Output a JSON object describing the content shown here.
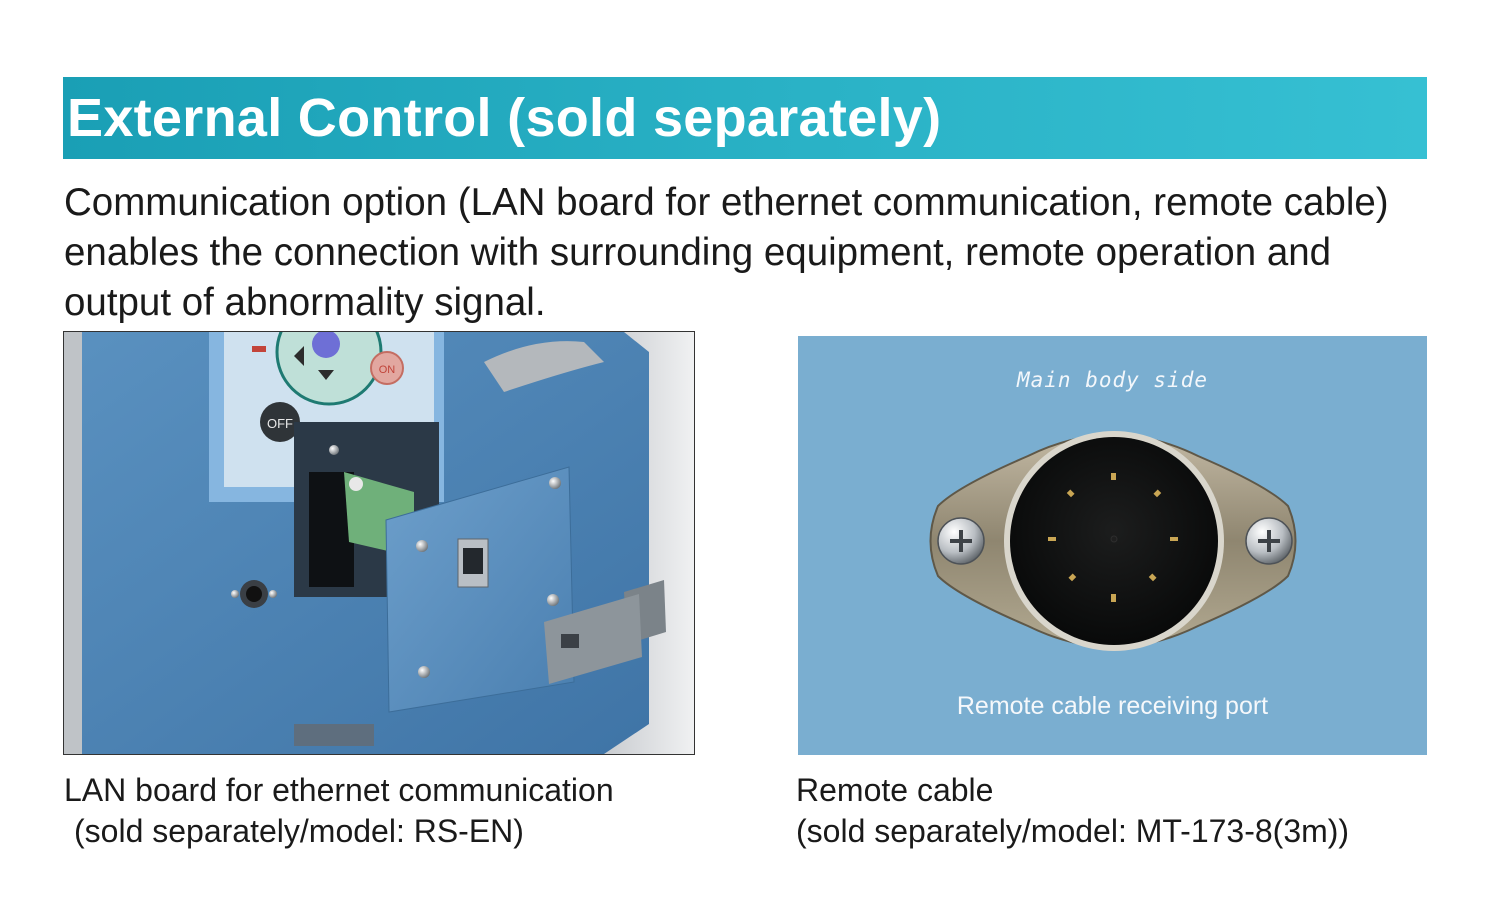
{
  "header": {
    "title": "External Control (sold separately)"
  },
  "intro": {
    "text": "Communication option (LAN board for ethernet communication, remote cable) enables the connection with surrounding equipment, remote operation and output of abnormality signal."
  },
  "lan_board": {
    "panel_text": "OFF",
    "panel_text_2": "ON",
    "caption_line1": "LAN board for ethernet communication",
    "caption_line2": "(sold separately/model: RS-EN)"
  },
  "remote_cable": {
    "label_top": "Main body side",
    "label_bottom": "Remote cable receiving port",
    "caption_line1": "Remote cable",
    "caption_line2": "(sold separately/model: MT-173-8(3m))"
  },
  "colors": {
    "title_bar": "#2ab2c6",
    "device_blue": "#4f85b5",
    "connector_bg": "#7aaed0"
  }
}
